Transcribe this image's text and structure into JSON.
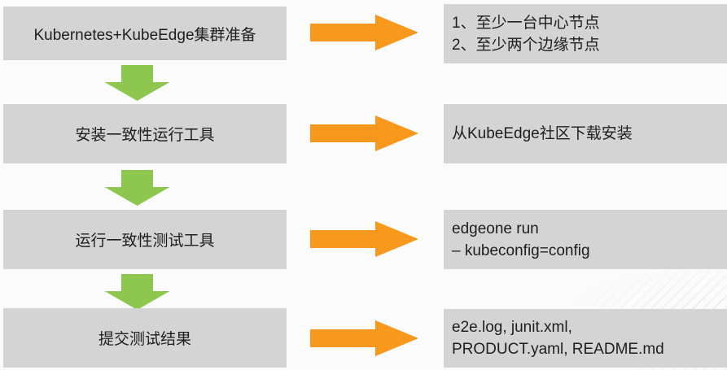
{
  "colors": {
    "background": "#fbfbfb",
    "box_gray": "#d4d4d4",
    "arrow_orange": "#f8991d",
    "arrow_green": "#8dc750",
    "text": "#1e1e1e"
  },
  "flow": {
    "rows": [
      {
        "step": "Kubernetes+KubeEdge集群准备",
        "details": [
          "1、至少一台中心节点",
          "2、至少两个边缘节点"
        ]
      },
      {
        "step": "安装一致性运行工具",
        "details": [
          "从KubeEdge社区下载安装"
        ]
      },
      {
        "step": "运行一致性测试工具",
        "details": [
          "edgeone run",
          "– kubeconfig=config"
        ]
      },
      {
        "step": "提交测试结果",
        "details": [
          "e2e.log, junit.xml,",
          "PRODUCT.yaml, README.md"
        ]
      }
    ]
  }
}
